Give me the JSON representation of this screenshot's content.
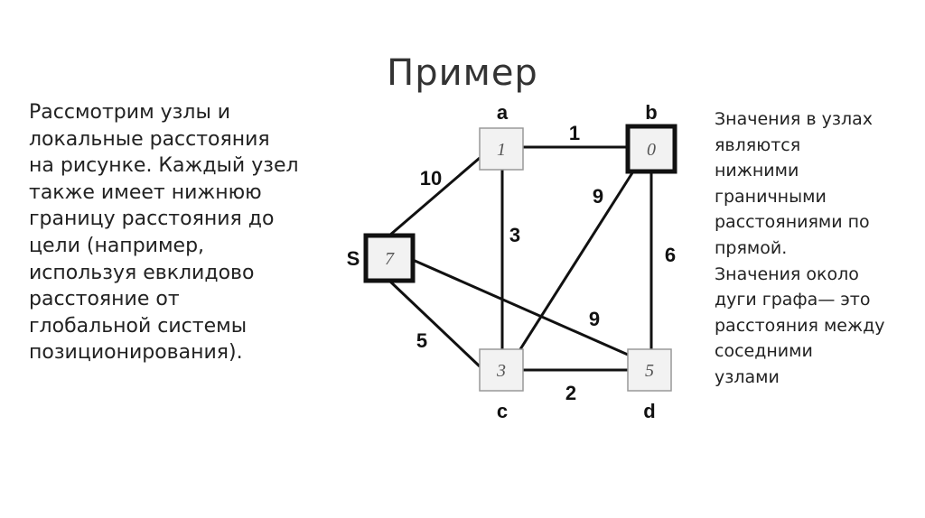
{
  "title": "Пример",
  "left_text_lines": [
    "Рассмотрим узлы и",
    "локальные расстояния",
    "на рисунке. Каждый узел",
    "также имеет нижнюю",
    "границу расстояния до",
    "цели (например,",
    "используя евклидово",
    "расстояние от",
    "глобальной системы",
    "позиционирования)."
  ],
  "right_text_lines": [
    "Значения в узлах",
    "являются",
    "нижними",
    "граничными",
    "расстояниями по",
    "прямой.",
    "Значения около",
    "дуги графа— это",
    "расстояния между",
    "соседними",
    "узлами"
  ],
  "graph": {
    "nodes": [
      {
        "id": "a",
        "label": "a",
        "value": "1",
        "emphasis": false
      },
      {
        "id": "b",
        "label": "b",
        "value": "0",
        "emphasis": true
      },
      {
        "id": "s",
        "label": "S",
        "value": "7",
        "emphasis": true
      },
      {
        "id": "c",
        "label": "c",
        "value": "3",
        "emphasis": false
      },
      {
        "id": "d",
        "label": "d",
        "value": "5",
        "emphasis": false
      }
    ],
    "edges": [
      {
        "from": "a",
        "to": "b",
        "weight": "1"
      },
      {
        "from": "s",
        "to": "a",
        "weight": "10"
      },
      {
        "from": "a",
        "to": "c",
        "weight": "3"
      },
      {
        "from": "c",
        "to": "b",
        "weight": "9"
      },
      {
        "from": "b",
        "to": "d",
        "weight": "6"
      },
      {
        "from": "s",
        "to": "d",
        "weight": "9"
      },
      {
        "from": "s",
        "to": "c",
        "weight": "5"
      },
      {
        "from": "c",
        "to": "d",
        "weight": "2"
      }
    ]
  },
  "colors": {
    "edge": "#111111",
    "node_fill": "#f2f2f2",
    "node_border": "#999999",
    "node_border_emphasis": "#111111"
  }
}
